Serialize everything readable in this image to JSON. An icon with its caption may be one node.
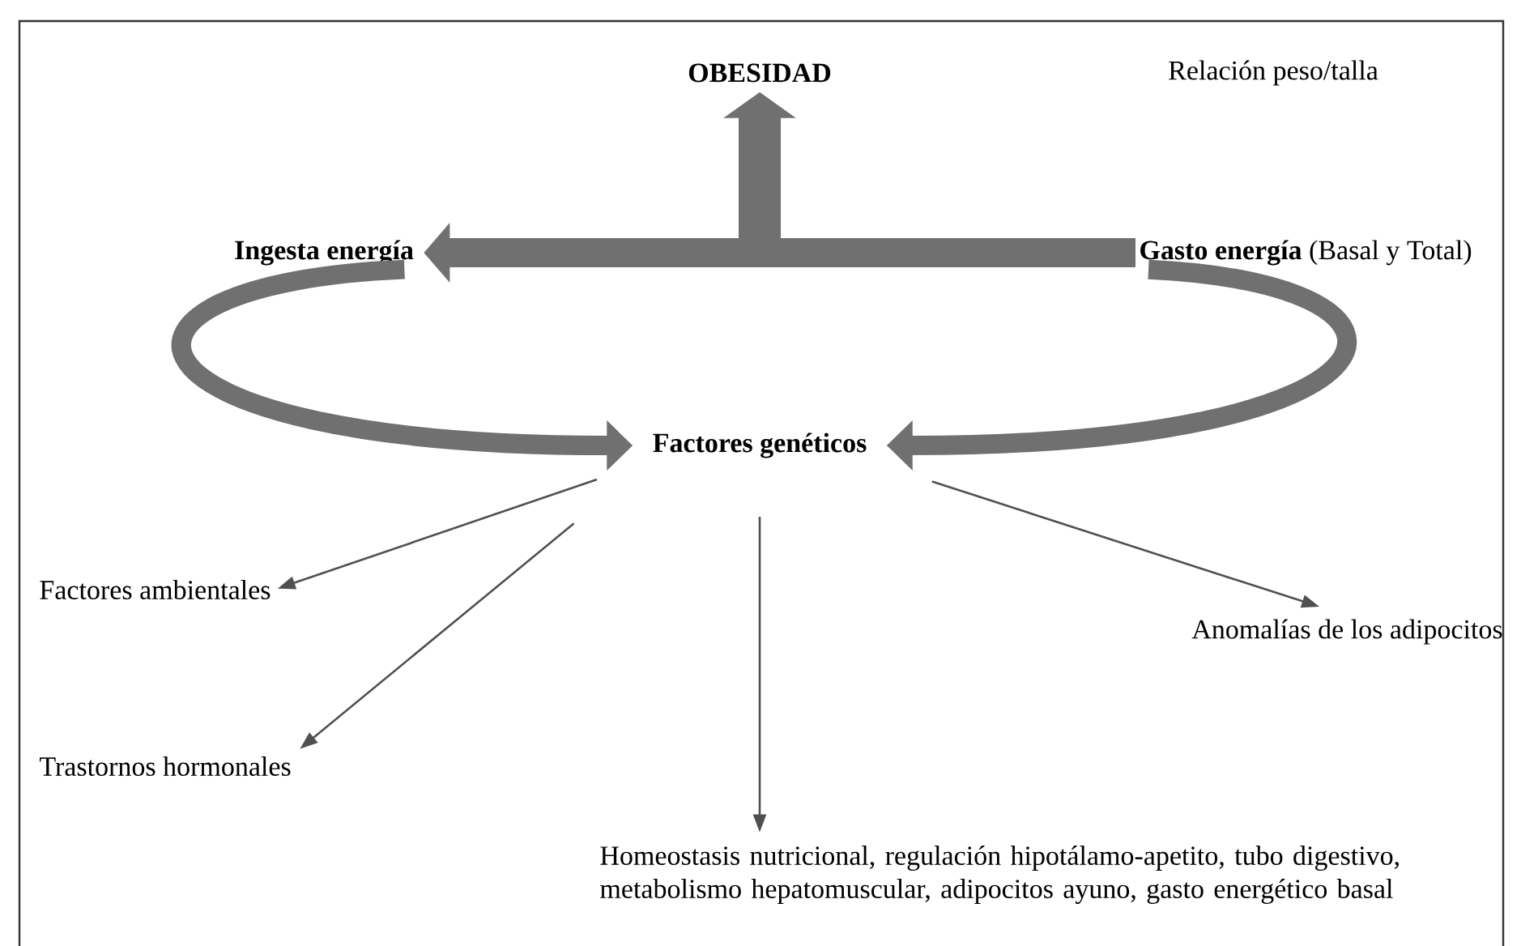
{
  "diagram": {
    "nodes": [
      {
        "text": [
          "OBESIDAD"
        ]
      },
      {
        "text": [
          "Ingesta energía"
        ]
      },
      {
        "text": [
          "**Gasto energía** (Basal y Total)"
        ]
      },
      {
        "text": [
          "Factores genéticos"
        ]
      },
      {
        "text": [
          "Factores ambientales"
        ]
      },
      {
        "text": [
          "Trastornos hormonales"
        ]
      },
      {
        "text": [
          "Homeostasis nutricional, regulación hipotálamo-apetito, tubo digestivo, metabolismo hepatomuscular, adipocitos ayuno, gasto energético basal"
        ]
      },
      {
        "text": [
          "Anomalías de los adipocitos"
        ]
      }
    ],
    "edges": [
      {
        "from": 2,
        "to": 1,
        "arrow": "to",
        "style": "thick"
      },
      {
        "from": null,
        "to": 0,
        "arrow": "to",
        "style": "thick"
      },
      {
        "from": 1,
        "to": 3,
        "arrow": "to",
        "style": "thick"
      },
      {
        "from": 2,
        "to": 3,
        "arrow": "to",
        "style": "thick"
      },
      {
        "from": 3,
        "to": 4,
        "arrow": "to"
      },
      {
        "from": 3,
        "to": 5,
        "arrow": "to"
      },
      {
        "from": 3,
        "to": 6,
        "arrow": "to"
      },
      {
        "from": 3,
        "to": 7,
        "arrow": "to"
      }
    ],
    "labels": [
      "Relación peso/talla"
    ]
  }
}
